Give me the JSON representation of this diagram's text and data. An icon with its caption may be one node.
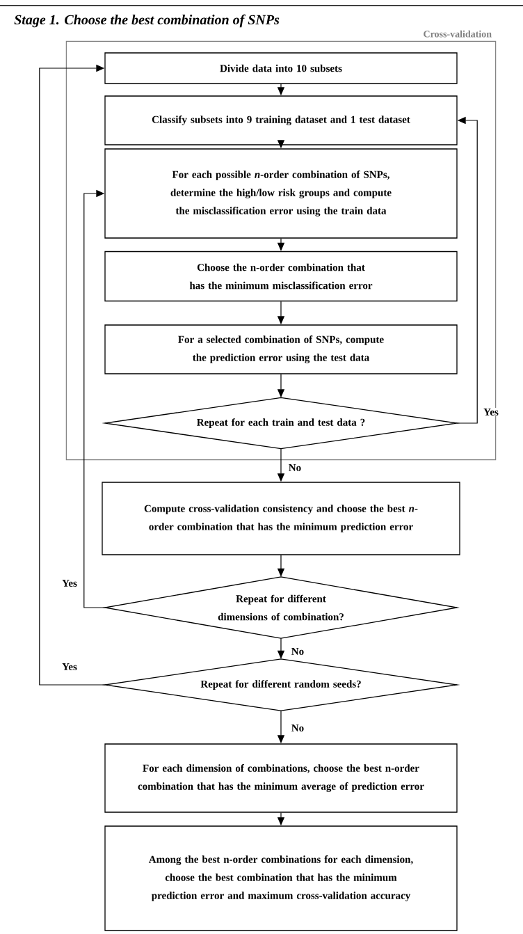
{
  "diagram": {
    "title": "Stage 1. Choose the best combination of SNPs",
    "nodes": [
      {
        "text": [
          "Cross-validation"
        ]
      },
      {
        "text": [
          "Divide data into 10 subsets"
        ],
        "in": 0
      },
      {
        "text": [
          "Classify subsets into 9 training dataset and 1 test dataset"
        ],
        "in": 0
      },
      {
        "text": [
          "For each possible *n*-order combination of SNPs, determine the high/low risk groups and compute the misclassification error using the train data"
        ],
        "in": 0
      },
      {
        "text": [
          "Choose the n-order combination that has the minimum misclassification error"
        ],
        "in": 0
      },
      {
        "text": [
          "For a selected combination of SNPs, compute the prediction error using the test data"
        ],
        "in": 0
      },
      {
        "text": [
          "Repeat for each train and test data ?"
        ],
        "in": 0
      },
      {
        "text": [
          "Compute cross-validation consistency and choose the best *n*-order combination that has the minimum prediction error"
        ]
      },
      {
        "text": [
          "Repeat for different dimensions of combination?"
        ]
      },
      {
        "text": [
          "Repeat for different random seeds?"
        ]
      },
      {
        "text": [
          "For each dimension of combinations, choose the best n-order combination that has the minimum average of prediction error"
        ]
      },
      {
        "text": [
          "Among the best n-order combinations for each dimension, choose the best combination that has the minimum prediction error and maximum cross-validation accuracy"
        ]
      }
    ],
    "edges": [
      {
        "from": 1,
        "to": 2,
        "arrow": "to"
      },
      {
        "from": 2,
        "to": 3,
        "arrow": "to"
      },
      {
        "from": 3,
        "to": 4,
        "arrow": "to"
      },
      {
        "from": 4,
        "to": 5,
        "arrow": "to"
      },
      {
        "from": 5,
        "to": 6,
        "arrow": "to"
      },
      {
        "from": 6,
        "to": 2,
        "arrow": "to",
        "label": "Yes"
      },
      {
        "from": 6,
        "to": 7,
        "arrow": "to",
        "label": "No"
      },
      {
        "from": 7,
        "to": 8,
        "arrow": "to"
      },
      {
        "from": 8,
        "to": 3,
        "arrow": "to",
        "label": "Yes"
      },
      {
        "from": 8,
        "to": 9,
        "arrow": "to",
        "label": "No"
      },
      {
        "from": 9,
        "to": 1,
        "arrow": "to",
        "label": "Yes"
      },
      {
        "from": 9,
        "to": 10,
        "arrow": "to",
        "label": "No"
      },
      {
        "from": 10,
        "to": 11,
        "arrow": "to"
      }
    ]
  }
}
